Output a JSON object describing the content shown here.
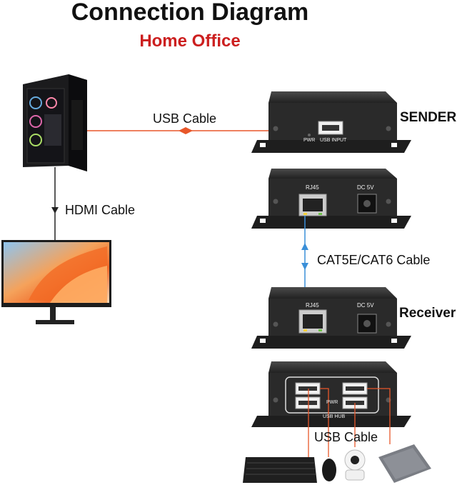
{
  "header": {
    "title": "Connection Diagram",
    "subtitle": "Home Office"
  },
  "labels": {
    "usb_cable_top": "USB Cable",
    "hdmi_cable": "HDMI Cable",
    "cat_cable": "CAT5E/CAT6 Cable",
    "usb_cable_bottom": "USB Cable",
    "sender": "SENDER",
    "receiver": "Receiver"
  },
  "port_labels": {
    "pwr": "PWR",
    "usb_input": "USB INPUT",
    "rj45": "RJ45",
    "dc5v": "DC 5V",
    "usb_hub": "USB HUB"
  },
  "colors": {
    "usb_cable": "#e8572a",
    "cat_cable": "#3a8fd8",
    "subtitle": "#cc1f1f",
    "device_body": "#2a2a2a"
  }
}
